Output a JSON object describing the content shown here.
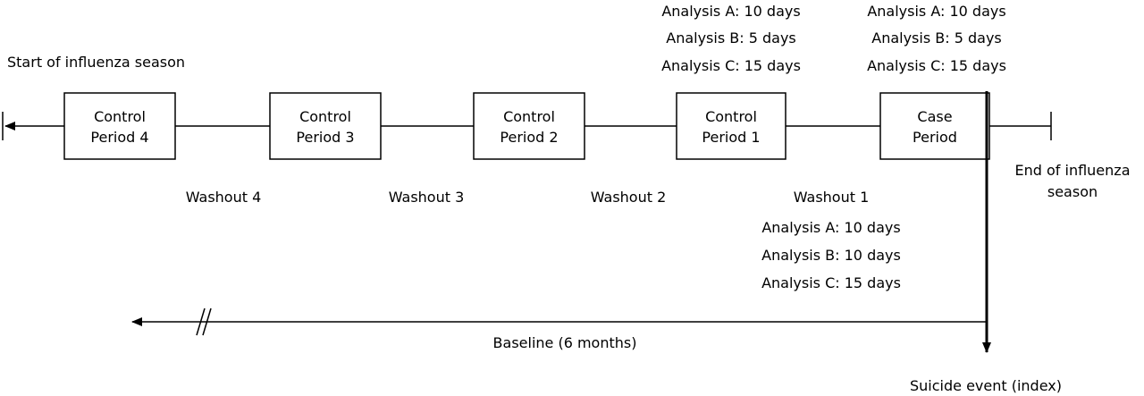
{
  "labels": {
    "start_season": "Start of influenza season",
    "end_season_line1": "End of influenza",
    "end_season_line2": "season",
    "baseline": "Baseline (6 months)",
    "suicide_event": "Suicide event (index)"
  },
  "periods": {
    "control4": {
      "line1": "Control",
      "line2": "Period 4"
    },
    "control3": {
      "line1": "Control",
      "line2": "Period 3"
    },
    "control2": {
      "line1": "Control",
      "line2": "Period 2"
    },
    "control1": {
      "line1": "Control",
      "line2": "Period 1"
    },
    "case": {
      "line1": "Case",
      "line2": "Period"
    }
  },
  "washouts": {
    "w4": "Washout 4",
    "w3": "Washout 3",
    "w2": "Washout 2",
    "w1": "Washout 1"
  },
  "period_durations": {
    "a": "Analysis A: 10 days",
    "b": "Analysis B: 5 days",
    "c": "Analysis C: 15 days"
  },
  "washout1_durations": {
    "a": "Analysis A: 10 days",
    "b": "Analysis B: 10 days",
    "c": "Analysis C: 15 days"
  }
}
